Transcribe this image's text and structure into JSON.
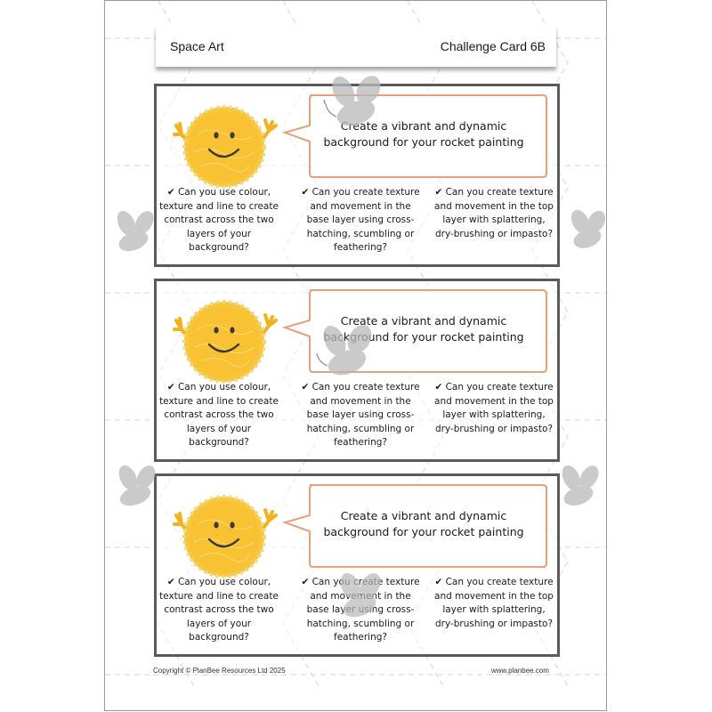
{
  "header": {
    "subject": "Space Art",
    "card_id": "Challenge Card 6B"
  },
  "cards": [
    {
      "speech": "Create a vibrant and dynamic background for your rocket painting",
      "questions": [
        "✔ Can you use colour, texture and line to create contrast across the two layers of your background?",
        "✔ Can you create texture and movement in the base layer using cross-hatching, scumbling or feathering?",
        "✔ Can you create texture and movement in the top layer with splattering, dry-brushing or impasto?"
      ]
    },
    {
      "speech": "Create a vibrant and dynamic background for your rocket painting",
      "questions": [
        "✔ Can you use colour, texture and line to create contrast across the two layers of your background?",
        "✔ Can you create texture and movement in the base layer using cross-hatching, scumbling or feathering?",
        "✔ Can you create texture and movement in the top layer with splattering, dry-brushing or impasto?"
      ]
    },
    {
      "speech": "Create a vibrant and dynamic background for your rocket painting",
      "questions": [
        "✔ Can you use colour, texture and line to create contrast across the two layers of your background?",
        "✔ Can you create texture and movement in the base layer using cross-hatching, scumbling or feathering?",
        "✔ Can you create texture and movement in the top layer with splattering, dry-brushing or impasto?"
      ]
    }
  ],
  "footer": {
    "copyright": "Copyright © PlanBee Resources Ltd 2025",
    "website": "www.planbee.com"
  },
  "colors": {
    "sun": "#f9c233",
    "bubble_border": "#e8a07a",
    "card_border": "#5a5a5a",
    "bee": "#b9b9b9"
  },
  "icons": [
    "sun-character-icon",
    "bee-watermark-icon",
    "check-icon"
  ]
}
